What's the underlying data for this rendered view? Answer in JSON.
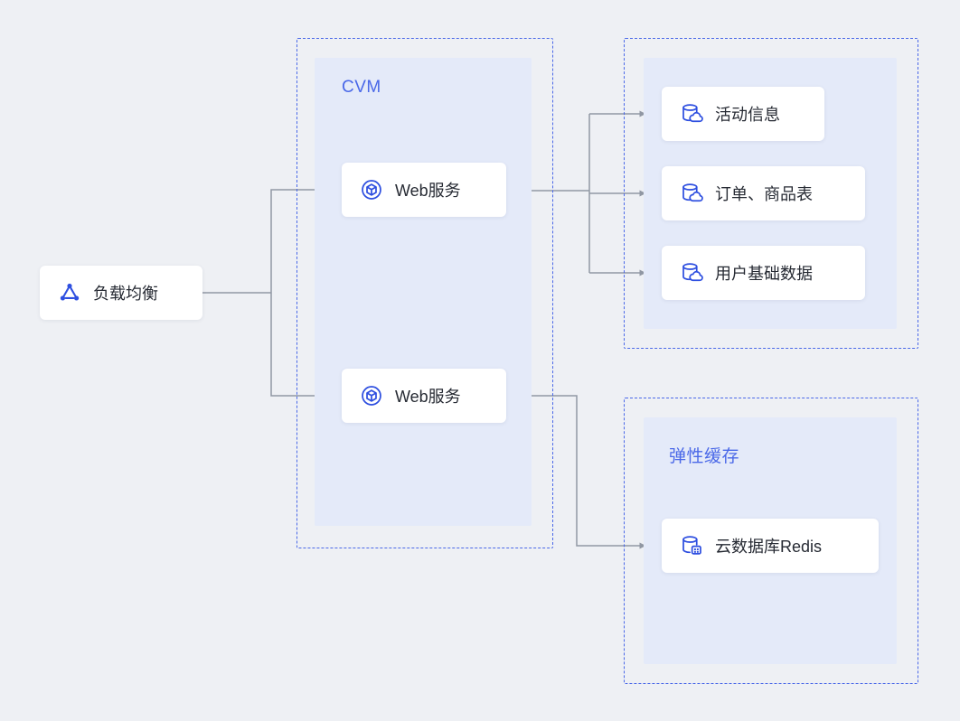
{
  "diagram": {
    "load_balancer": {
      "label": "负载均衡"
    },
    "cvm_group": {
      "title": "CVM",
      "nodes": [
        {
          "label": "Web服务"
        },
        {
          "label": "Web服务"
        }
      ]
    },
    "db_group": {
      "nodes": [
        {
          "label": "活动信息"
        },
        {
          "label": "订单、商品表"
        },
        {
          "label": "用户基础数据"
        }
      ]
    },
    "cache_group": {
      "title": "弹性缓存",
      "nodes": [
        {
          "label": "云数据库Redis"
        }
      ]
    },
    "colors": {
      "accent_blue": "#4a68e8",
      "icon_blue": "#2e4fe0",
      "panel_blue": "#e4eaf9",
      "arrow_gray": "#9097a3",
      "background": "#eef0f4"
    }
  }
}
